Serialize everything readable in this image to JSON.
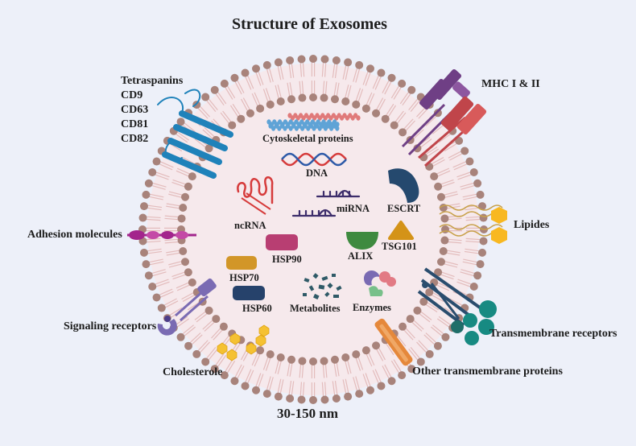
{
  "title": "Structure of Exosomes",
  "size_label": "30-150 nm",
  "tetraspanins": {
    "heading": "Tetraspanins",
    "members": [
      "CD9",
      "CD63",
      "CD81",
      "CD82"
    ]
  },
  "outer_labels": {
    "mhc": "MHC I & II",
    "lipides": "Lipides",
    "adhesion": "Adhesion molecules",
    "signaling": "Signaling receptors",
    "cholesterole": "Cholesterole",
    "transmembrane_receptors": "Transmembrane receptors",
    "other_transmembrane": "Other transmembrane proteins"
  },
  "cargo_labels": {
    "cytoskeletal": "Cytoskeletal proteins",
    "dna": "DNA",
    "mirna": "miRNA",
    "ncrna": "ncRNA",
    "escrt": "ESCRT",
    "hsp90": "HSP90",
    "alix": "ALIX",
    "tsg101": "TSG101",
    "hsp70": "HSP70",
    "hsp60": "HSP60",
    "metabolites": "Metabolites",
    "enzymes": "Enzymes"
  },
  "colors": {
    "background": "#edf0f9",
    "membrane_fill": "#f6e9ec",
    "lipid_head": "#a8837b",
    "lipid_tail": "#e3bcbc",
    "tetraspanin": "#1f82ba",
    "mhc_purple": "#6f3f85",
    "mhc_red": "#c0454a",
    "lipid_hex": "#f8b821",
    "adhesion": "#a3258c",
    "signaling": "#7a6bb3",
    "cholesterol": "#f5c132",
    "receptor_teal": "#178a82",
    "other_protein": "#e5883b",
    "hsp90": "#b83e72",
    "hsp70": "#d29628",
    "hsp60": "#26426b",
    "escrt": "#25496e",
    "alix": "#3e8a3f",
    "tsg101": "#d49318",
    "dna_red": "#d63b3b",
    "dna_blue": "#2d5aa8",
    "metabolites": "#2f5a67"
  }
}
